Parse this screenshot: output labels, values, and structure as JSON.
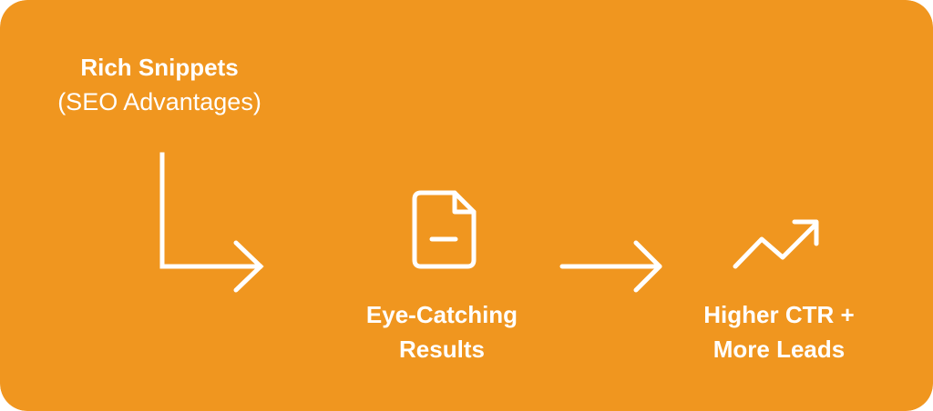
{
  "colors": {
    "background": "#F0961F",
    "foreground": "#FFFFFF"
  },
  "diagram": {
    "source": {
      "title": "Rich Snippets",
      "subtitle": "(SEO Advantages)"
    },
    "middle": {
      "line1": "Eye-Catching",
      "line2": "Results",
      "icon": "document-icon"
    },
    "outcome": {
      "line1": "Higher CTR +",
      "line2": "More Leads",
      "icon": "trend-up-icon"
    },
    "connectors": [
      "elbow-arrow-icon",
      "right-arrow-icon"
    ]
  }
}
